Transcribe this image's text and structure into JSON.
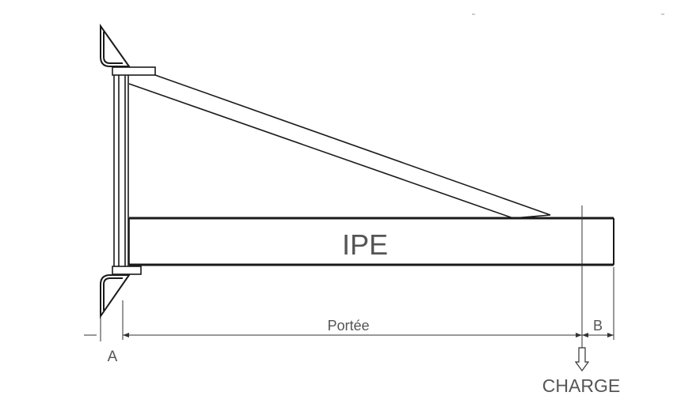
{
  "labels": {
    "beam": "IPE",
    "span": "Portée",
    "support_point": "A",
    "offset": "B",
    "load": "CHARGE"
  },
  "colors": {
    "line": "#1a1a1a",
    "text": "#555555",
    "background": "#ffffff"
  }
}
